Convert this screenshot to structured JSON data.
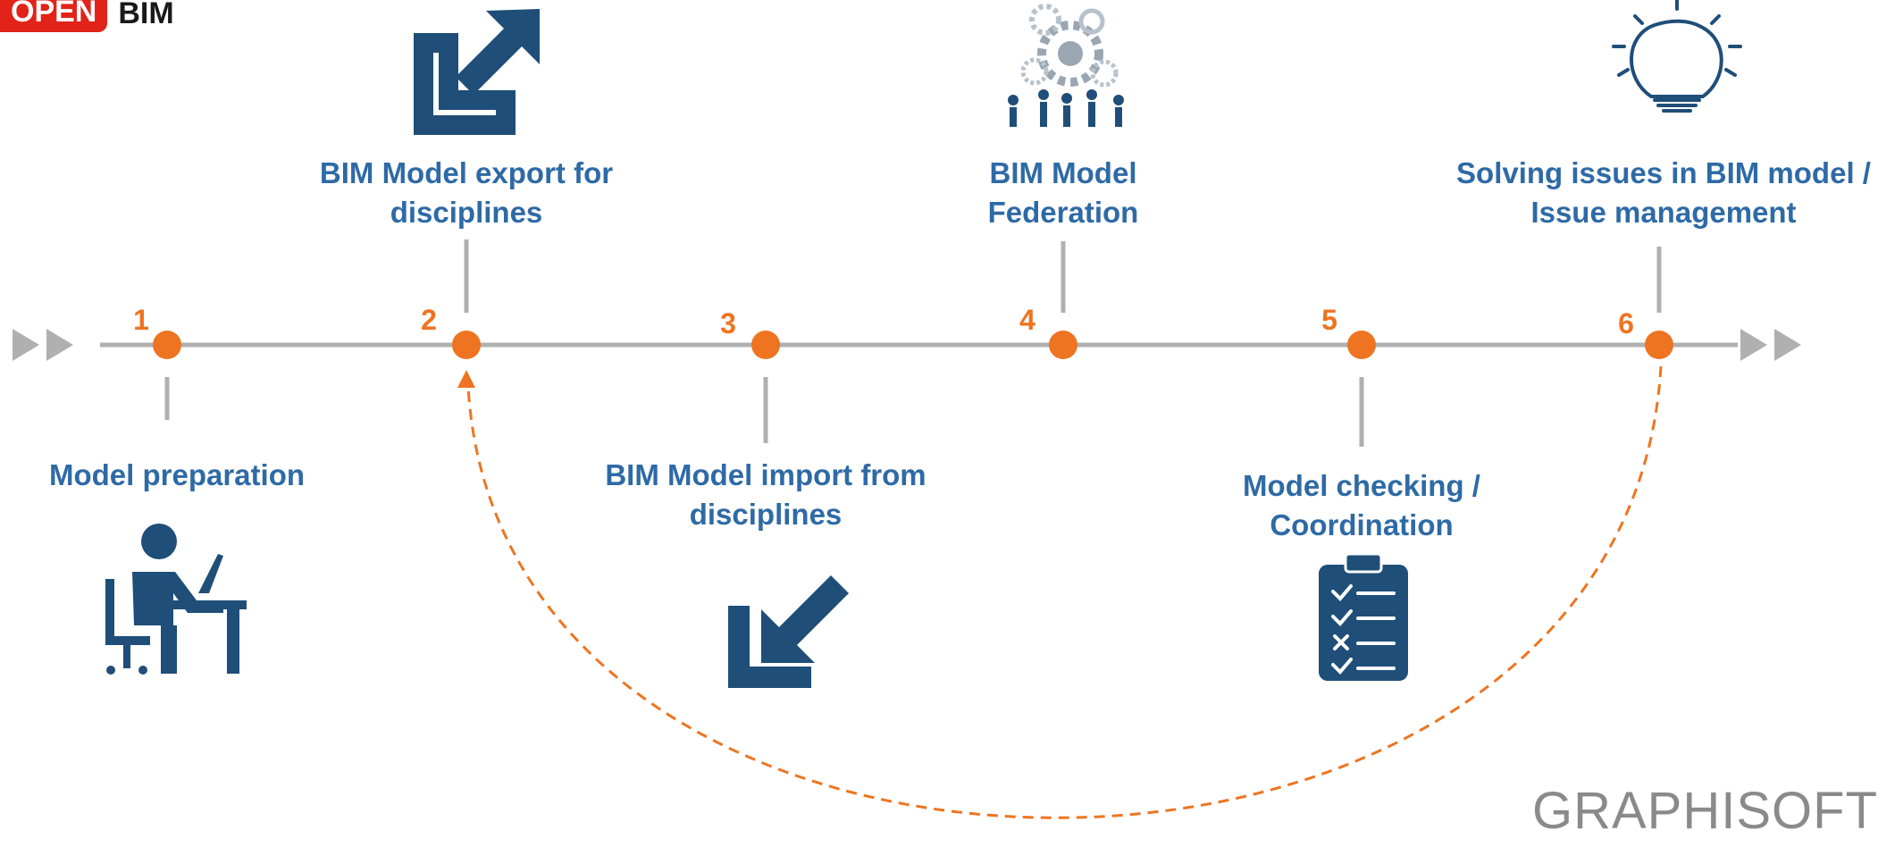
{
  "logo": {
    "open": "OPEN",
    "bim": "BIM"
  },
  "brand": "GRAPHISOFT",
  "colors": {
    "accent": "#ee7421",
    "primary": "#2e6aa6",
    "icon": "#1f4e79",
    "line": "#b0b0b0"
  },
  "steps": [
    {
      "number": "1",
      "label": "Model preparation",
      "icon": "person-at-desk-icon"
    },
    {
      "number": "2",
      "label": "BIM Model export for disciplines",
      "icon": "export-arrow-icon"
    },
    {
      "number": "3",
      "label": "BIM Model import from disciplines",
      "icon": "import-arrow-icon"
    },
    {
      "number": "4",
      "label": "BIM Model Federation",
      "icon": "gears-team-icon"
    },
    {
      "number": "5",
      "label": "Model checking / Coordination",
      "icon": "checklist-clipboard-icon"
    },
    {
      "number": "6",
      "label": "Solving issues in BIM model / Issue management",
      "icon": "lightbulb-icon"
    }
  ]
}
